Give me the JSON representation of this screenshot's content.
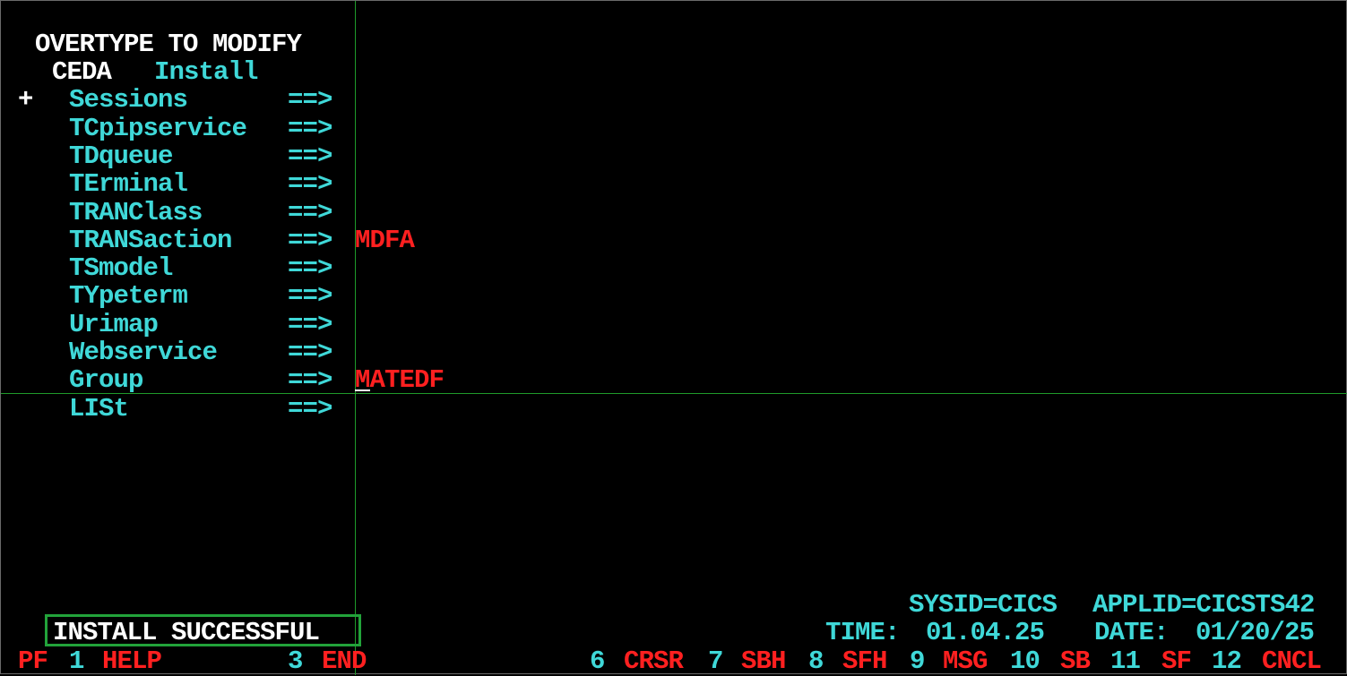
{
  "header": {
    "title": "OVERTYPE TO MODIFY",
    "command": "CEDA",
    "function": "Install"
  },
  "scroll_indicator": "+",
  "fields": [
    {
      "label": "Sessions",
      "arrow": "==>",
      "value": ""
    },
    {
      "label": "TCpipservice",
      "arrow": "==>",
      "value": ""
    },
    {
      "label": "TDqueue",
      "arrow": "==>",
      "value": ""
    },
    {
      "label": "TErminal",
      "arrow": "==>",
      "value": ""
    },
    {
      "label": "TRANClass",
      "arrow": "==>",
      "value": ""
    },
    {
      "label": "TRANSaction",
      "arrow": "==>",
      "value": "MDFA"
    },
    {
      "label": "TSmodel",
      "arrow": "==>",
      "value": ""
    },
    {
      "label": "TYpeterm",
      "arrow": "==>",
      "value": ""
    },
    {
      "label": "Urimap",
      "arrow": "==>",
      "value": ""
    },
    {
      "label": "Webservice",
      "arrow": "==>",
      "value": ""
    },
    {
      "label": "Group",
      "arrow": "==>",
      "value": "MATEDF"
    },
    {
      "label": "LISt",
      "arrow": "==>",
      "value": ""
    }
  ],
  "status": {
    "sysid": "SYSID=CICS",
    "applid": "APPLID=CICSTS42",
    "time_label": "TIME:",
    "time": "01.04.25",
    "date_label": "DATE:",
    "date": "01/20/25",
    "message": "INSTALL SUCCESSFUL"
  },
  "pfkeys": {
    "prefix": "PF",
    "keys": [
      {
        "num": "1",
        "label": "HELP"
      },
      {
        "num": "3",
        "label": "END"
      },
      {
        "num": "6",
        "label": "CRSR"
      },
      {
        "num": "7",
        "label": "SBH"
      },
      {
        "num": "8",
        "label": "SFH"
      },
      {
        "num": "9",
        "label": "MSG"
      },
      {
        "num": "10",
        "label": "SB"
      },
      {
        "num": "11",
        "label": "SF"
      },
      {
        "num": "12",
        "label": "CNCL"
      }
    ]
  },
  "colors": {
    "background": "#000000",
    "cyan": "#3fd8d8",
    "red": "#ff2020",
    "white": "#ffffff",
    "crosshair": "#1f9a2a",
    "highlight_box": "#22a33a"
  }
}
